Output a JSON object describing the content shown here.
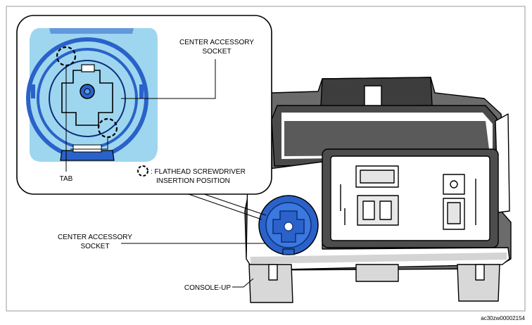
{
  "callouts": {
    "center_accessory_socket_top": [
      "CENTER ACCESSORY",
      "SOCKET"
    ],
    "tab": "TAB",
    "screwdriver_legend": [
      ": FLATHEAD SCREWDRIVER",
      "INSERTION POSITION"
    ],
    "center_accessory_socket_left": [
      "CENTER ACCESSORY",
      "SOCKET"
    ],
    "console_up": "CONSOLE-UP"
  },
  "figure_code": "ac30zw00002154",
  "icons": {
    "legend_marker": "dashed-circle-icon",
    "socket": "accessory-socket-icon"
  },
  "colors": {
    "socket_blue": "#2a62c9",
    "inset_background": "#9ed6f0",
    "frame_border": "#9a9a9a"
  }
}
